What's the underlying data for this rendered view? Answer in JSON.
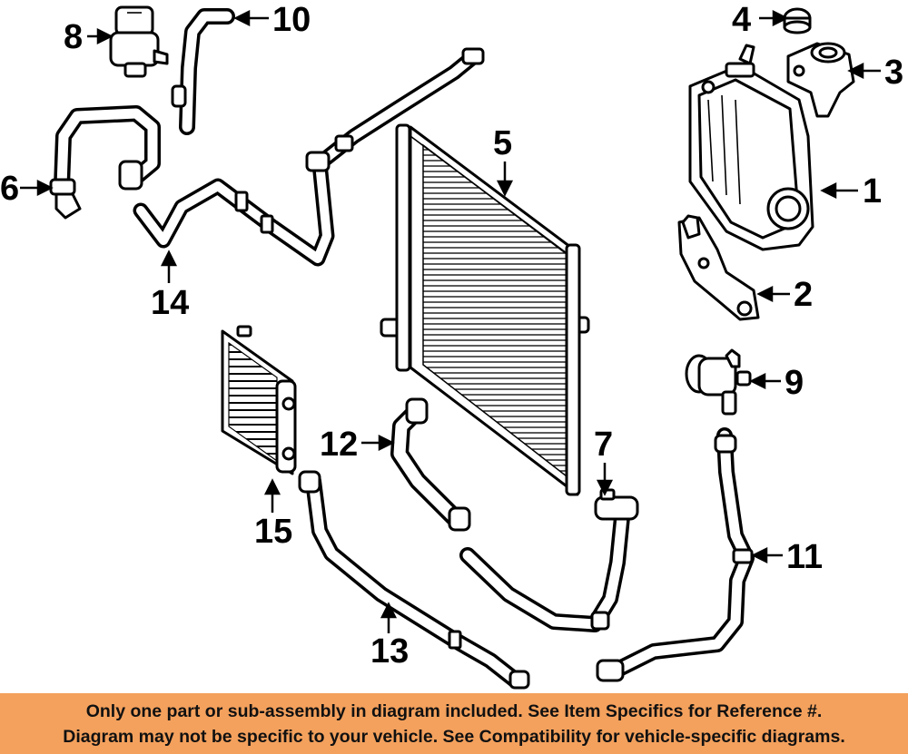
{
  "callouts": {
    "c1": "1",
    "c2": "2",
    "c3": "3",
    "c4": "4",
    "c5": "5",
    "c6": "6",
    "c7": "7",
    "c8": "8",
    "c9": "9",
    "c10": "10",
    "c11": "11",
    "c12": "12",
    "c13": "13",
    "c14": "14",
    "c15": "15"
  },
  "disclaimer": {
    "line1": "Only one part or sub-assembly in diagram included. See Item Specifics for Reference #.",
    "line2": "Diagram may not be specific to your vehicle. See Compatibility for vehicle-specific diagrams."
  },
  "colors": {
    "banner_background": "#f4a15d",
    "ink": "#000000"
  }
}
